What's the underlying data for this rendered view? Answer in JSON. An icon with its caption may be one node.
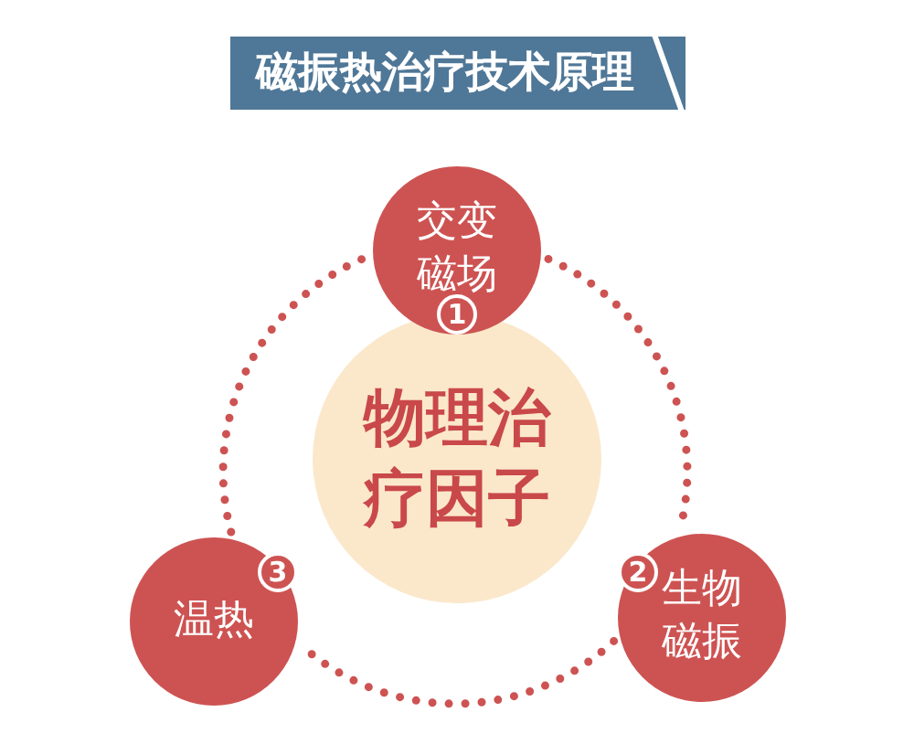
{
  "diagram": {
    "title": "磁振热治疗技术原理",
    "nodes": [
      {
        "text": [
          "交变磁场",
          "1"
        ]
      },
      {
        "text": [
          "物理治疗因子"
        ]
      },
      {
        "text": [
          "温热",
          "3"
        ]
      },
      {
        "text": [
          "2",
          "生物磁振"
        ]
      }
    ],
    "edges": [
      {
        "from": 0,
        "to": 3,
        "arrow": "none",
        "style": "dashed"
      },
      {
        "from": 3,
        "to": 2,
        "arrow": "none",
        "style": "dashed"
      },
      {
        "from": 2,
        "to": 0,
        "arrow": "none",
        "style": "dashed"
      }
    ]
  }
}
